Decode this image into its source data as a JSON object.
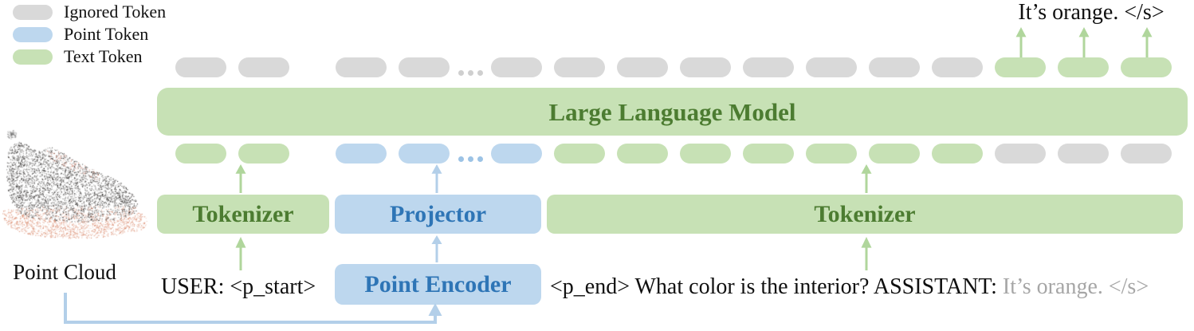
{
  "legend": {
    "items": [
      {
        "label": "Ignored Token",
        "type": "ignored"
      },
      {
        "label": "Point Token",
        "type": "point"
      },
      {
        "label": "Text Token",
        "type": "text"
      }
    ]
  },
  "colors": {
    "ignored": "#d9d9d9",
    "point": "#bdd7ee",
    "text": "#c7e1b5",
    "ignored_dot": "#cfcfcf",
    "point_dot": "#9cc3e5",
    "green_arrow": "#b0d69c",
    "blue_arrow": "#b3cfe9",
    "green_label": "#4c7c31",
    "blue_label": "#2e75b6",
    "muted_text": "#a6a6a6"
  },
  "llm": {
    "label": "Large Language Model"
  },
  "modules": {
    "tokenizer_left": "Tokenizer",
    "projector": "Projector",
    "tokenizer_right": "Tokenizer",
    "point_encoder": "Point Encoder"
  },
  "output": {
    "text": "It’s orange. </s>"
  },
  "input": {
    "user_prefix": "USER: <p_start>",
    "question": "<p_end> What color is the interior? ASSISTANT: ",
    "answer_muted": "It’s orange. </s>"
  },
  "point_cloud": {
    "caption": "Point Cloud"
  },
  "token_rows": {
    "top": [
      "ignored",
      "ignored",
      "gap",
      "ignored",
      "ignored",
      "dots:ignored",
      "ignored",
      "ignored",
      "ignored",
      "ignored",
      "ignored",
      "ignored",
      "ignored",
      "ignored",
      "text",
      "text",
      "text"
    ],
    "bottom": [
      "text",
      "text",
      "gap",
      "point",
      "point",
      "dots:point",
      "point",
      "text",
      "text",
      "text",
      "text",
      "text",
      "text",
      "text",
      "ignored",
      "ignored",
      "ignored"
    ]
  }
}
